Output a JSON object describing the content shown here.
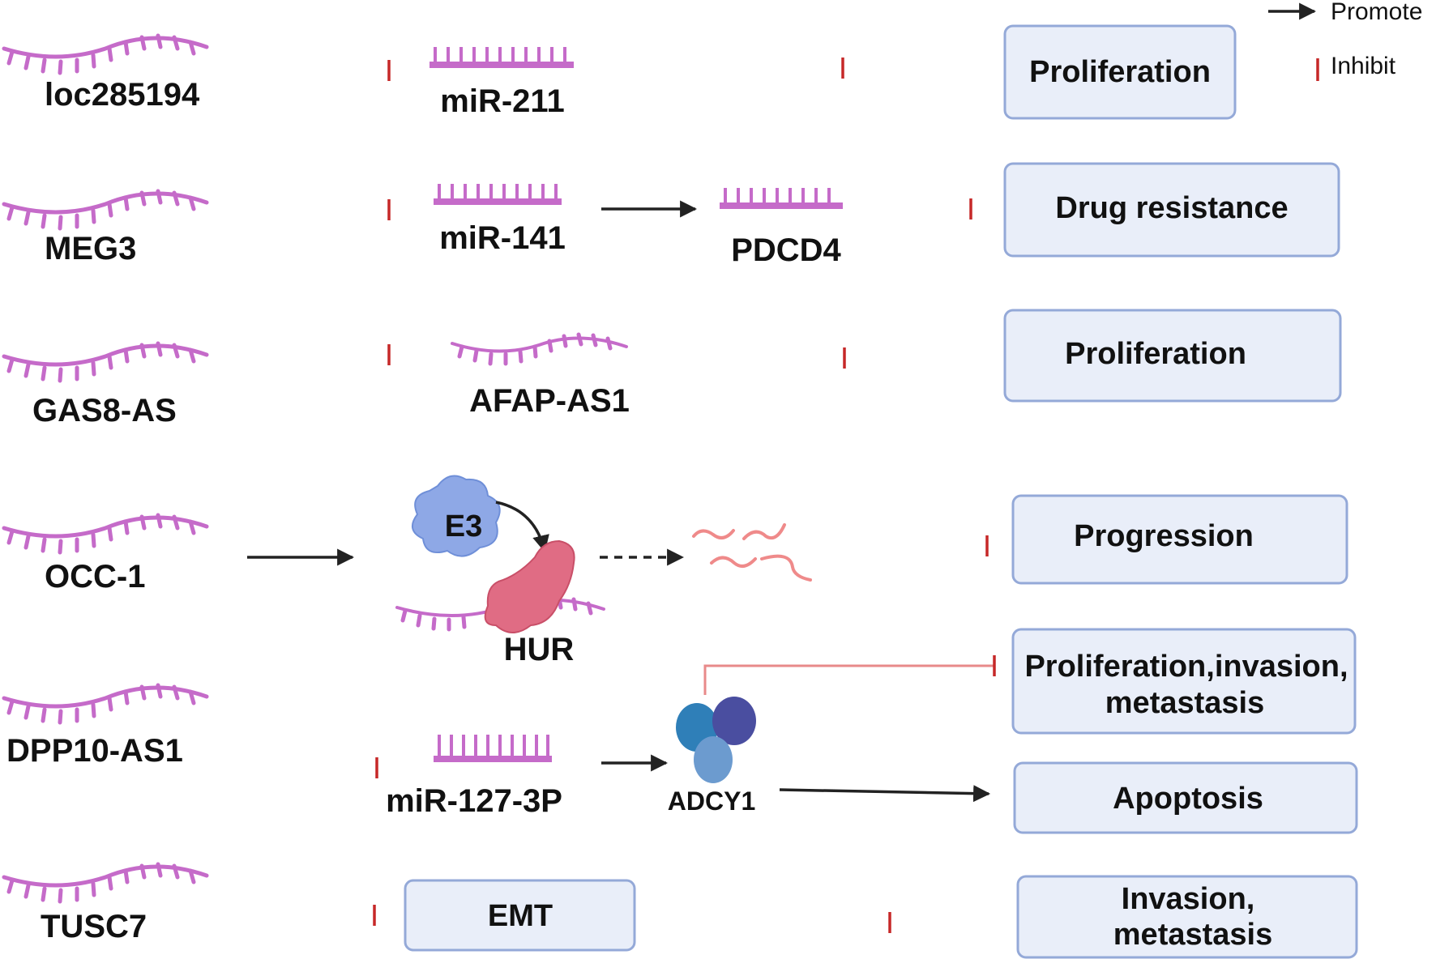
{
  "legend": {
    "promote": "Promote",
    "inhibit": "Inhibit"
  },
  "rows": [
    {
      "lncrna": "loc285194",
      "mirna": "miR-211",
      "outcome": "Proliferation"
    },
    {
      "lncrna": "MEG3",
      "mirna": "miR-141",
      "target": "PDCD4",
      "outcome": "Drug resistance"
    },
    {
      "lncrna": "GAS8-AS",
      "target": "AFAP-AS1",
      "outcome": "Proliferation"
    },
    {
      "lncrna": "OCC-1",
      "enzyme": "E3",
      "protein": "HUR",
      "outcome": "Progression"
    },
    {
      "lncrna": "DPP10-AS1",
      "mirna": "miR-127-3P",
      "protein": "ADCY1",
      "outcome_line1": "Proliferation,invasion,",
      "outcome_line2": "metastasis",
      "outcome2": "Apoptosis"
    },
    {
      "lncrna": "TUSC7",
      "process": "EMT",
      "outcome_line1": "Invasion,",
      "outcome_line2": "metastasis"
    }
  ],
  "colors": {
    "rna": "#c56bc9",
    "inhibit": "#c62828",
    "promote": "#222222",
    "box_fill": "#e9eef9",
    "box_stroke": "#94a9d8"
  }
}
